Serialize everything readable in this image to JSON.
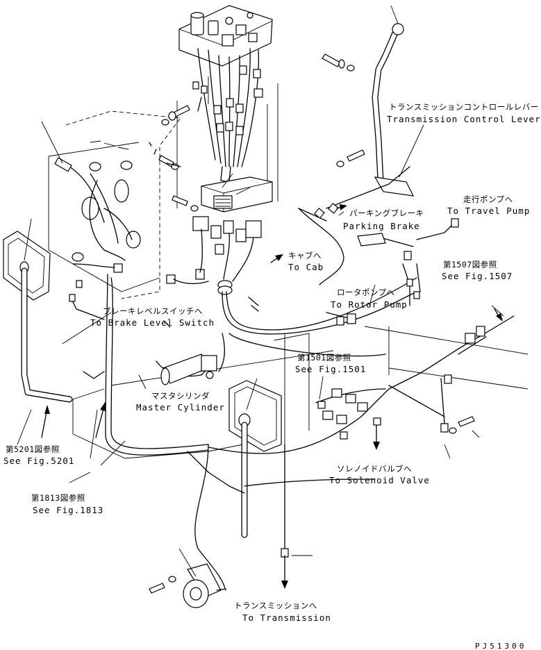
{
  "labels": {
    "transmission_control_lever_jp": "トランスミッションコントロールレバー",
    "transmission_control_lever_en": "Transmission Control Lever",
    "travel_pump_jp": "走行ポンプへ",
    "travel_pump_en": "To Travel Pump",
    "parking_brake_jp": "パーキングブレーキ",
    "parking_brake_en": "Parking Brake",
    "fig1507_jp": "第1507図参照",
    "fig1507_en": "See Fig.1507",
    "cab_jp": "キャブへ",
    "cab_en": "To Cab",
    "rotor_pump_jp": "ロータポンプへ",
    "rotor_pump_en": "To Rotor Pump",
    "brake_level_switch_jp": "ブレーキレベルスイッチへ",
    "brake_level_switch_en": "To Brake Level Switch",
    "fig1501_jp": "第1501図参照",
    "fig1501_en": "See Fig.1501",
    "master_cylinder_jp": "マスタシリンダ",
    "master_cylinder_en": "Master Cylinder",
    "solenoid_valve_jp": "ソレノイドバルブへ",
    "solenoid_valve_en": "To Solenoid Valve",
    "fig5201_jp": "第5201図参照",
    "fig5201_en": "See Fig.5201",
    "fig1813_jp": "第1813図参照",
    "fig1813_en": "See Fig.1813",
    "transmission_jp": "トランスミッションへ",
    "transmission_en": "To Transmission",
    "drawing_code": "PJ51300"
  }
}
